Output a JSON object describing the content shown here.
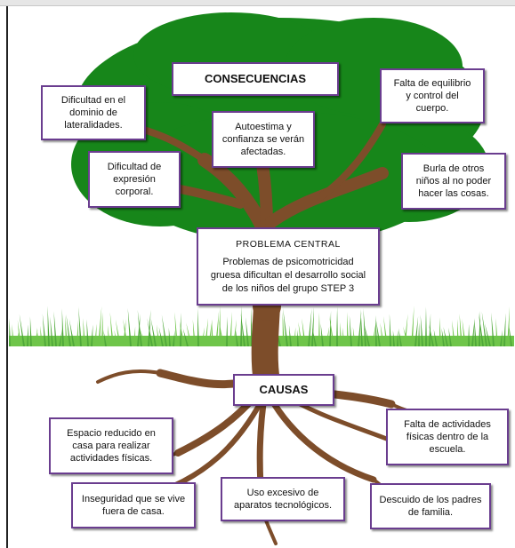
{
  "colors": {
    "foliage": "#17861a",
    "trunk": "#7d4d2a",
    "grass": "#6fc54a",
    "box_border": "#6a3d8f"
  },
  "consequences": {
    "title": "CONSECUENCIAS",
    "items": [
      "Dificultad en el\ndominio de\nlateralidades.",
      "Autoestima y\nconfianza se verán\nafectadas.",
      "Falta de equilibrio\ny control del\ncuerpo.",
      "Dificultad de\nexpresión\ncorporal.",
      "Burla de otros\nniños al no poder\nhacer las cosas."
    ]
  },
  "central_problem": {
    "title": "PROBLEMA CENTRAL",
    "text": "Problemas de psicomotricidad\ngruesa dificultan el desarrollo social\nde los niños del grupo STEP 3"
  },
  "causes": {
    "title": "CAUSAS",
    "items": [
      "Espacio reducido en\ncasa para realizar\nactividades físicas.",
      "Falta de actividades\nfísicas dentro de la\nescuela.",
      "Inseguridad que se vive\nfuera de casa.",
      "Uso excesivo de\naparatos tecnológicos.",
      "Descuido de los padres\nde familia."
    ]
  }
}
